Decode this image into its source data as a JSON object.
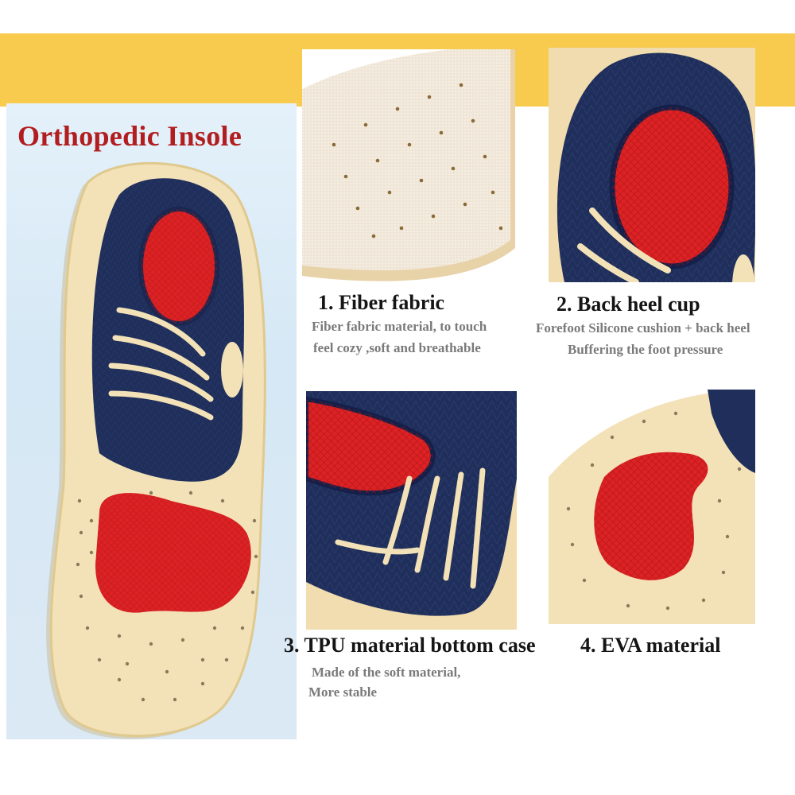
{
  "title": "Orthopedic Insole",
  "features": [
    {
      "heading": "1. Fiber fabric",
      "lines": [
        "Fiber fabric material, to touch",
        "feel cozy ,soft and breathable"
      ]
    },
    {
      "heading": "2. Back heel cup",
      "lines": [
        "Forefoot Silicone cushion + back heel",
        "Buffering the foot pressure"
      ]
    },
    {
      "heading": "3. TPU material bottom case",
      "lines": [
        "Made of the soft material,",
        "More stable"
      ]
    },
    {
      "heading": "4. EVA material",
      "lines": []
    }
  ],
  "colors": {
    "accent_yellow": "#f8ca4e",
    "title_red": "#b21d1f",
    "navy": "#1f2e5a",
    "pad_red": "#dc2224",
    "foam_beige": "#f3e2b8"
  }
}
